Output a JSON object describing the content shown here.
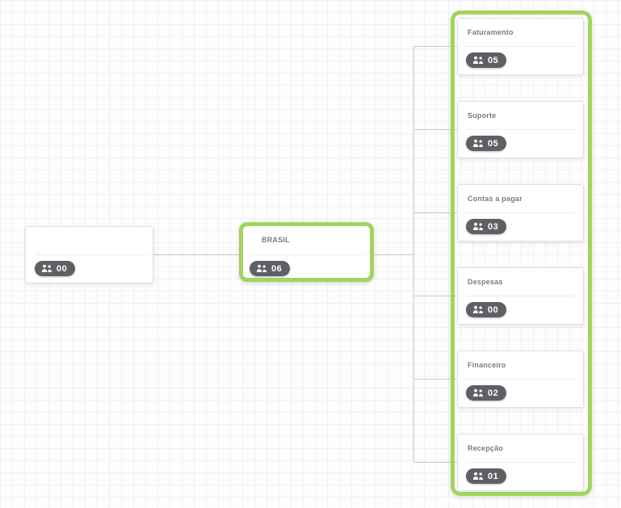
{
  "diagram": {
    "type": "org-chart",
    "root_node": {
      "member_count": "00"
    },
    "selected_node": {
      "title": "BRASIL",
      "member_count": "06"
    },
    "child_nodes": [
      {
        "title": "Faturamento",
        "member_count": "05"
      },
      {
        "title": "Suporte",
        "member_count": "05"
      },
      {
        "title": "Contas a pagar",
        "member_count": "03"
      },
      {
        "title": "Despesas",
        "member_count": "00"
      },
      {
        "title": "Financeiro",
        "member_count": "02"
      },
      {
        "title": "Recepção",
        "member_count": "01"
      }
    ]
  },
  "icons": {
    "member_badge": "users-icon"
  },
  "colors": {
    "selection_green": "#a2d45f",
    "badge_background": "#5f5f65",
    "badge_text": "#ffffff",
    "connector": "#c8c8cc",
    "card_border": "#e0e0e4",
    "divider": "#ededf0",
    "title_text": "#7b7b83",
    "grid_line": "#f1f1f5",
    "canvas_background": "#fdfdfe"
  }
}
